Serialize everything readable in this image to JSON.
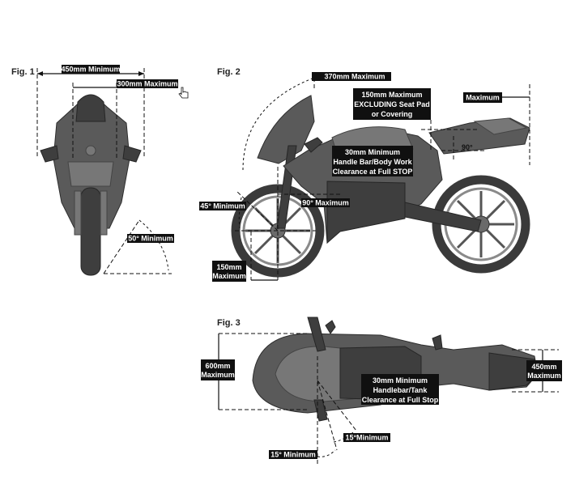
{
  "figures": {
    "fig1": {
      "title": "Fig. 1",
      "labels": {
        "width_450": "450mm Minimum",
        "width_300": "300mm Maximum",
        "angle_50": "50° Minimum"
      }
    },
    "fig2": {
      "title": "Fig. 2",
      "labels": {
        "fairing_370": "370mm Maximum",
        "seat_150_line1": "150mm Maximum",
        "seat_150_line2": "EXCLUDING Seat Pad",
        "seat_150_line3": "or Covering",
        "tail_max": "Maximum",
        "clearance_line1": "30mm Minimum",
        "clearance_line2": "Handle Bar/Body Work",
        "clearance_line3": "Clearance at Full STOP",
        "angle_90_seat": "90°",
        "angle_45": "45° Minimum",
        "angle_90_fork": "90° Maximum",
        "overhang_line1": "150mm",
        "overhang_line2": "Maximum"
      }
    },
    "fig3": {
      "title": "Fig. 3",
      "labels": {
        "width_600_line1": "600mm",
        "width_600_line2": "Maximum",
        "width_450_line1": "450mm",
        "width_450_line2": "Maximum",
        "tank_line1": "30mm Minimum",
        "tank_line2": "Handlebar/Tank",
        "tank_line3": "Clearance at Full Stop",
        "angle_15a": "15° Minimum",
        "angle_15b": "15°Minimum"
      }
    }
  },
  "icons": {
    "cursor": "hand-pointer-icon"
  },
  "colors": {
    "bike_body": "#5a5a5a",
    "label_background": "#101010",
    "label_text": "#ffffff"
  }
}
